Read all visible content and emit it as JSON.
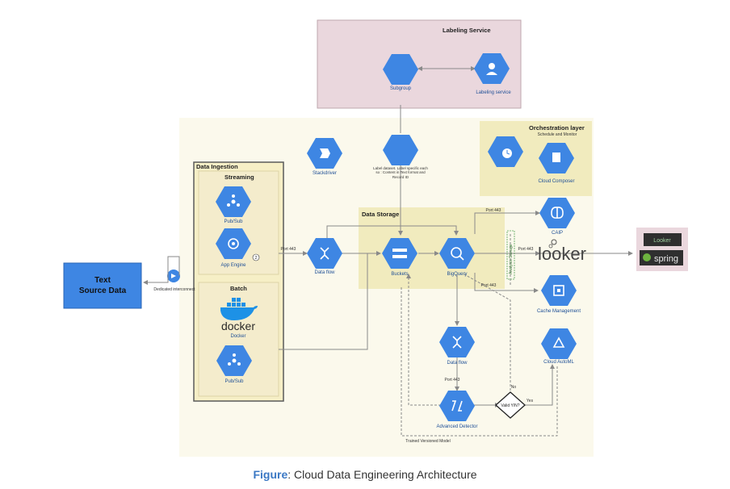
{
  "labeling_service": {
    "title": "Labeling Service",
    "subgroup_label": "Subgroup",
    "service_label": "Labeling service"
  },
  "orchestration": {
    "title": "Orchestration layer",
    "subtitle": "Schedule and Monitor",
    "composer_label": "Cloud Composer"
  },
  "data_ingestion": {
    "title": "Data Ingestion",
    "streaming_title": "Streaming",
    "batch_title": "Batch",
    "pubsub_label": "Pub/Sub",
    "app_engine_label": "App Engine",
    "app_engine_badge": "2",
    "docker_word": "docker",
    "docker_label": "Docker",
    "pubsub2_label": "Pub/Sub"
  },
  "data_storage": {
    "title": "Data Storage",
    "buckets_label": "Buckets",
    "bigquery_label": "BigQuery"
  },
  "nodes": {
    "stackdriver": "Stackdriver",
    "label_note": "Label dataset. Label specific each so : Content in Text format and Record ID",
    "dataflow": "Data flow",
    "dataflow2": "Data flow",
    "text_source": "Text Source Data",
    "endpoint": "Dedicated interconnect",
    "caip": "CAIP",
    "cache": "Cache Management",
    "automl": "Cloud AutoML",
    "anomaly": "Advanced Detector",
    "decision": "Valid Y/N?",
    "looker": "looker",
    "looker_mini": "Looker",
    "spring": "spring",
    "trained_model": "Trained Versioned Model",
    "no_label": "No",
    "yes_label": "Yes",
    "port_label": "Port 443",
    "vertical_text": "Analysis Storage"
  },
  "caption": {
    "prefix": "Figure",
    "text": ": Cloud Data Engineering Architecture"
  },
  "colors": {
    "hex_blue": "#3e86e3",
    "labeling_bg": "#ead7dd",
    "orch_bg": "#f1ebbe",
    "main_bg": "#fbf9ec",
    "source_blue": "#3e86e3"
  }
}
